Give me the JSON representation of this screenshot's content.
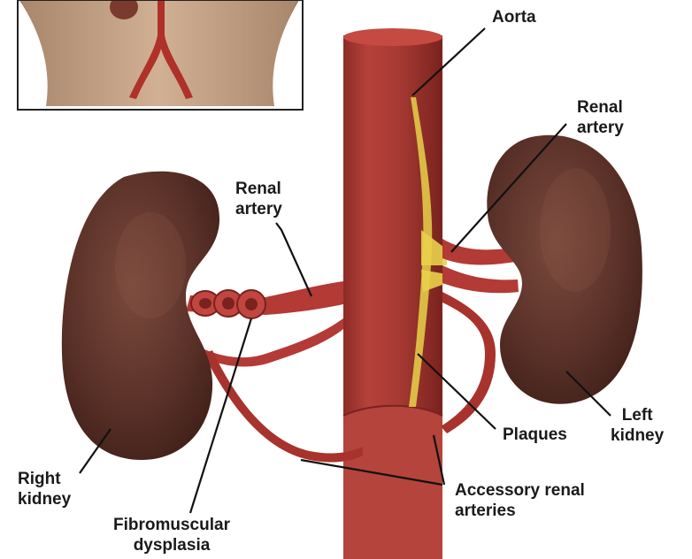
{
  "labels": {
    "aorta": "Aorta",
    "renal_artery_left": {
      "line1": "Renal",
      "line2": "artery"
    },
    "renal_artery_right": {
      "line1": "Renal",
      "line2": "artery"
    },
    "plaques": "Plaques",
    "left_kidney": {
      "line1": "Left",
      "line2": "kidney"
    },
    "right_kidney": {
      "line1": "Right",
      "line2": "kidney"
    },
    "fibromuscular_dysplasia": {
      "line1": "Fibromuscular",
      "line2": "dysplasia"
    },
    "accessory_renal_arteries": {
      "line1": "Accessory renal",
      "line2": "arteries"
    }
  },
  "colors": {
    "kidney": "#5a3128",
    "aorta": "#a8332c",
    "artery": "#b33a35",
    "plaque": "#e8d24a",
    "skin": "#c9a589",
    "leader_line": "#111111"
  }
}
